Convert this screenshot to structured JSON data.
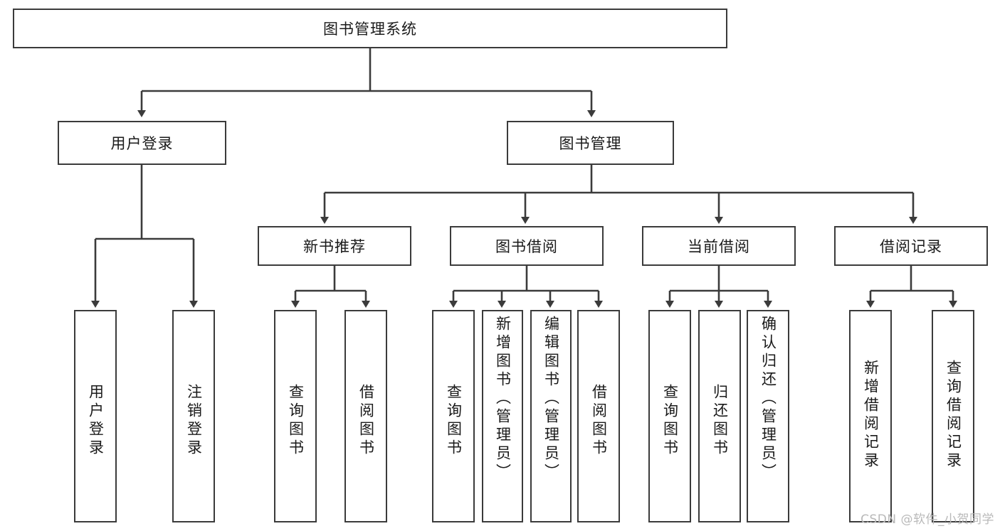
{
  "diagram": {
    "title": "图书管理系统",
    "type": "tree",
    "colors": {
      "stroke": "#3b3b3b",
      "fill": "#ffffff",
      "text": "#1a1a1a",
      "watermark": "#b9b9b9"
    },
    "root": {
      "label": "图书管理系统"
    },
    "level2": [
      {
        "label": "用户登录"
      },
      {
        "label": "图书管理"
      }
    ],
    "level3": [
      {
        "label": "新书推荐"
      },
      {
        "label": "图书借阅"
      },
      {
        "label": "当前借阅"
      },
      {
        "label": "借阅记录"
      }
    ],
    "leaves": {
      "user_login": [
        {
          "label": "用户登录"
        },
        {
          "label": "注销登录"
        }
      ],
      "new_book": [
        {
          "label": "查询图书"
        },
        {
          "label": "借阅图书"
        }
      ],
      "book_borrow": [
        {
          "label": "查询图书"
        },
        {
          "label": "新增图书（管理员）"
        },
        {
          "label": "编辑图书（管理员）"
        },
        {
          "label": "借阅图书"
        }
      ],
      "current_borrow": [
        {
          "label": "查询图书"
        },
        {
          "label": "归还图书"
        },
        {
          "label": "确认归还（管理员）"
        }
      ],
      "borrow_record": [
        {
          "label": "新增借阅记录"
        },
        {
          "label": "查询借阅记录"
        }
      ]
    }
  },
  "watermark": {
    "text": "CSDN @软件_小贺同学"
  }
}
